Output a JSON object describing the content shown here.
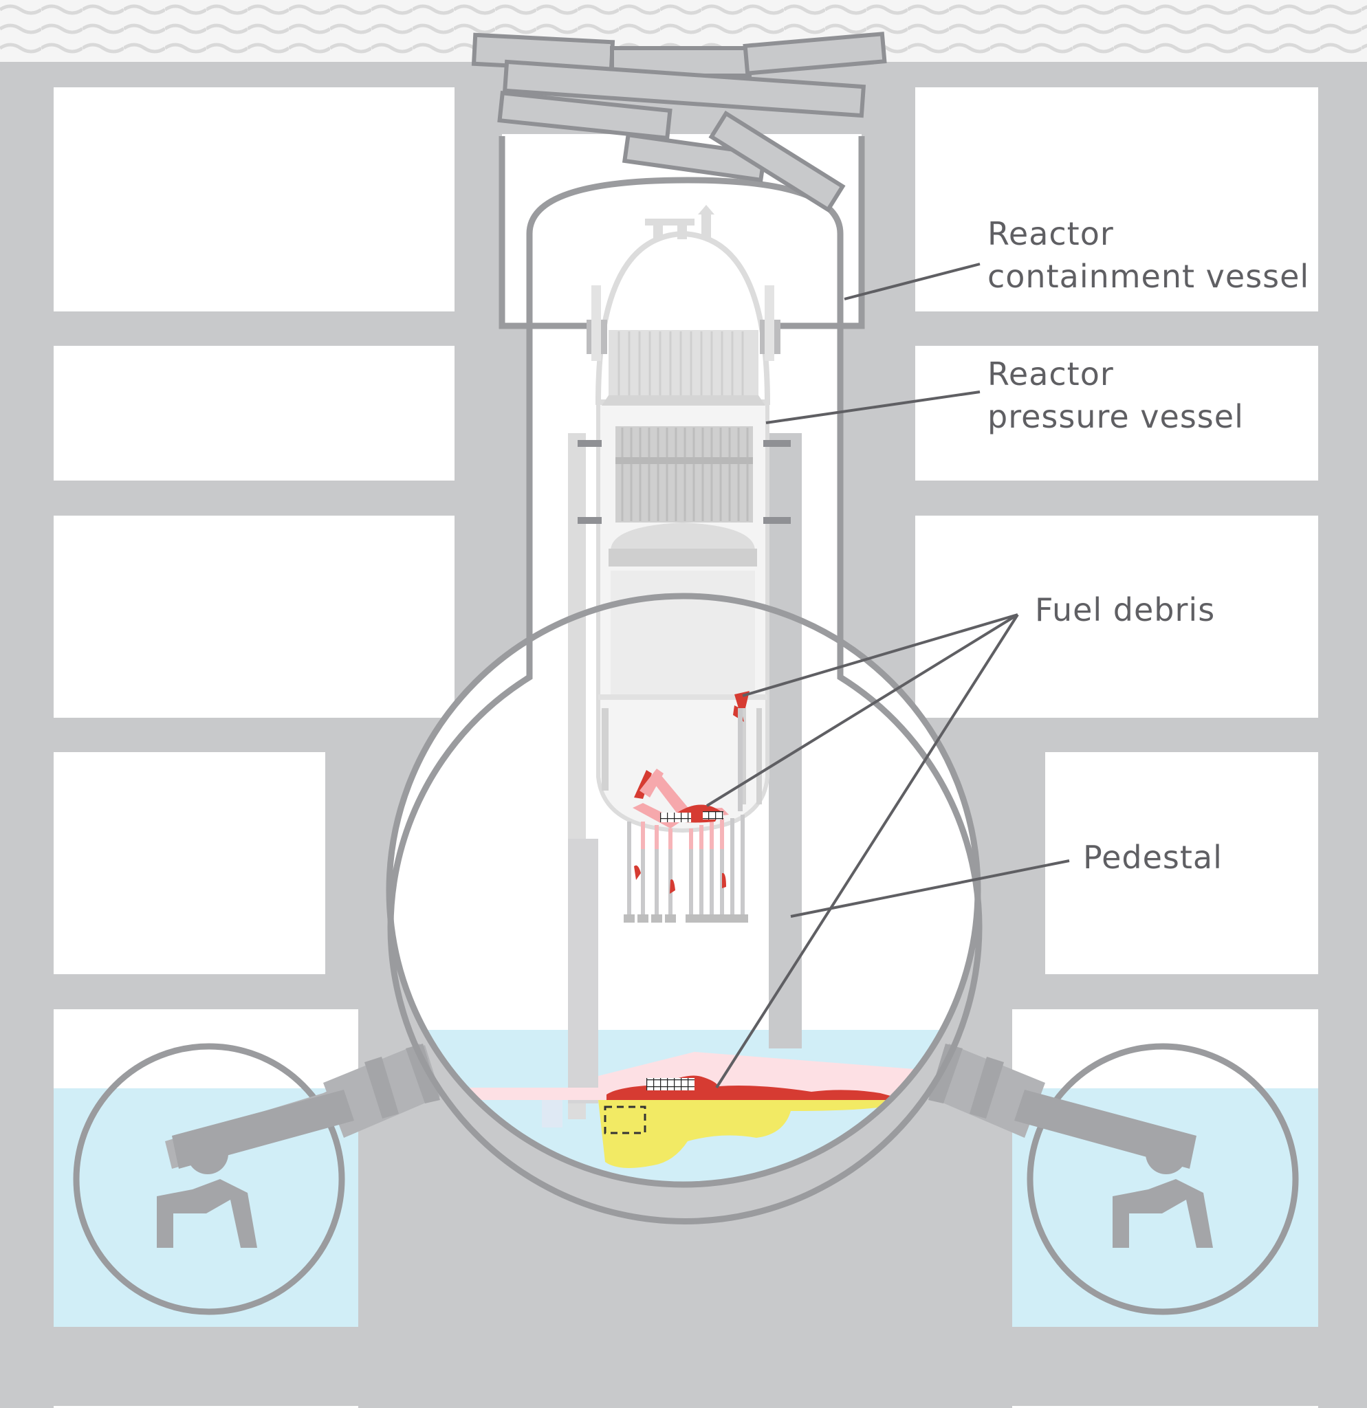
{
  "labels": {
    "containment": [
      "Reactor",
      "containment vessel"
    ],
    "pressure": [
      "Reactor",
      "pressure vessel"
    ],
    "fuel_debris": "Fuel debris",
    "pedestal": "Pedestal"
  },
  "colors": {
    "structure": "#c8c9cb",
    "outline": "#9a9b9e",
    "interior_light": "#dcdcdc",
    "water": "#d1eef7",
    "debris_red": "#d63b32",
    "debris_pink": "#f6a8ac",
    "debris_pale": "#fde0e4",
    "debris_yellow": "#f2ea64",
    "leader": "#5f5f63",
    "text": "#5f5f63"
  }
}
